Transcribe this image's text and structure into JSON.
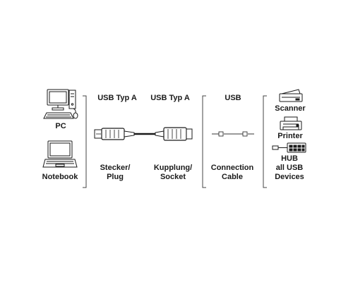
{
  "devices_left": {
    "pc_label": "PC",
    "notebook_label": "Notebook"
  },
  "plug": {
    "top_label": "USB Typ A",
    "bottom_line1": "Stecker/",
    "bottom_line2": "Plug"
  },
  "socket": {
    "top_label": "USB Typ A",
    "bottom_line1": "Kupplung/",
    "bottom_line2": "Socket"
  },
  "connection": {
    "top_label": "USB",
    "bottom_line1": "Connection",
    "bottom_line2": "Cable"
  },
  "devices_right": {
    "scanner_label": "Scanner",
    "printer_label": "Printer",
    "hub_line1": "HUB",
    "hub_line2": "all USB",
    "hub_line3": "Devices"
  },
  "colors": {
    "line": "#1a1a1a",
    "bracket": "#444444",
    "cable_gray": "#9a9a9a"
  }
}
